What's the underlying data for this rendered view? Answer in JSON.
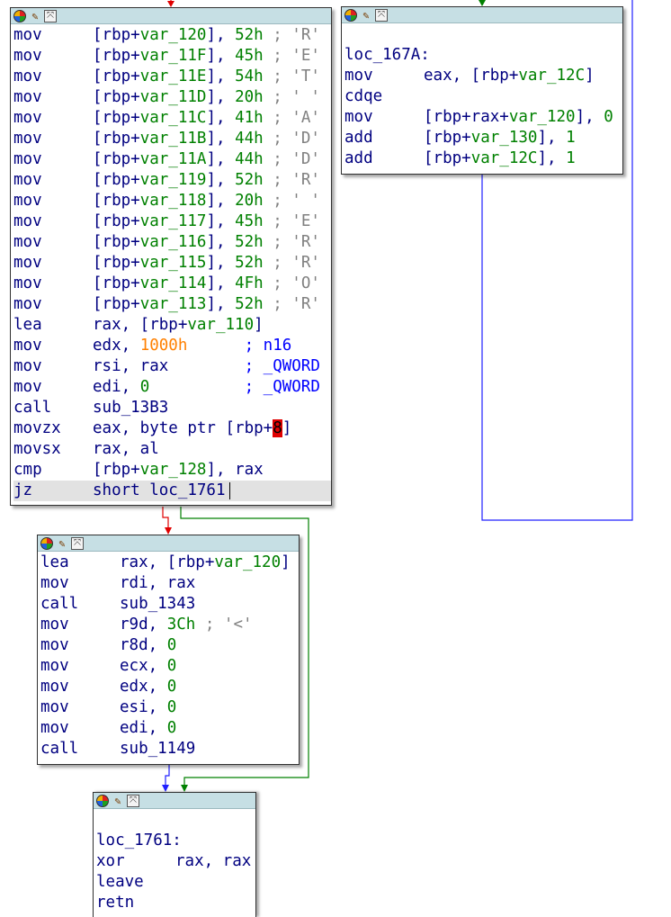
{
  "colors": {
    "edge_false": "#e00000",
    "edge_true": "#008000",
    "edge_uncond": "#2020ff",
    "titlebar": "#c6dfe4",
    "mnemonic": "#000080",
    "variable": "#008000",
    "comment_gray": "#808080",
    "comment_blue": "#0000ff",
    "highlight": "#e00000",
    "number_orange": "#ff8000"
  },
  "icons": [
    "color-palette-icon",
    "edit-pencil-icon",
    "graph-overview-icon"
  ],
  "blocks": {
    "main": {
      "lines": [
        {
          "mn": "mov",
          "a": "[rbp+",
          "v": "var_120",
          "b": "], ",
          "n": "52h",
          "c": " ; 'R'"
        },
        {
          "mn": "mov",
          "a": "[rbp+",
          "v": "var_11F",
          "b": "], ",
          "n": "45h",
          "c": " ; 'E'"
        },
        {
          "mn": "mov",
          "a": "[rbp+",
          "v": "var_11E",
          "b": "], ",
          "n": "54h",
          "c": " ; 'T'"
        },
        {
          "mn": "mov",
          "a": "[rbp+",
          "v": "var_11D",
          "b": "], ",
          "n": "20h",
          "c": " ; ' '"
        },
        {
          "mn": "mov",
          "a": "[rbp+",
          "v": "var_11C",
          "b": "], ",
          "n": "41h",
          "c": " ; 'A'"
        },
        {
          "mn": "mov",
          "a": "[rbp+",
          "v": "var_11B",
          "b": "], ",
          "n": "44h",
          "c": " ; 'D'"
        },
        {
          "mn": "mov",
          "a": "[rbp+",
          "v": "var_11A",
          "b": "], ",
          "n": "44h",
          "c": " ; 'D'"
        },
        {
          "mn": "mov",
          "a": "[rbp+",
          "v": "var_119",
          "b": "], ",
          "n": "52h",
          "c": " ; 'R'"
        },
        {
          "mn": "mov",
          "a": "[rbp+",
          "v": "var_118",
          "b": "], ",
          "n": "20h",
          "c": " ; ' '"
        },
        {
          "mn": "mov",
          "a": "[rbp+",
          "v": "var_117",
          "b": "], ",
          "n": "45h",
          "c": " ; 'E'"
        },
        {
          "mn": "mov",
          "a": "[rbp+",
          "v": "var_116",
          "b": "], ",
          "n": "52h",
          "c": " ; 'R'"
        },
        {
          "mn": "mov",
          "a": "[rbp+",
          "v": "var_115",
          "b": "], ",
          "n": "52h",
          "c": " ; 'R'"
        },
        {
          "mn": "mov",
          "a": "[rbp+",
          "v": "var_114",
          "b": "], ",
          "n": "4Fh",
          "c": " ; 'O'"
        },
        {
          "mn": "mov",
          "a": "[rbp+",
          "v": "var_113",
          "b": "], ",
          "n": "52h",
          "c": " ; 'R'"
        }
      ],
      "lea": {
        "mn": "lea",
        "a": "rax, [rbp+",
        "v": "var_110",
        "b": "]"
      },
      "mov_edx": {
        "mn": "mov",
        "a": "edx, ",
        "n": "1000h",
        "c": "      ; n16"
      },
      "mov_rsi": {
        "mn": "mov",
        "a": "rsi, rax",
        "c": "        ; _QWORD"
      },
      "mov_edi": {
        "mn": "mov",
        "a": "edi, ",
        "n": "0",
        "c": "          ; _QWORD"
      },
      "call": {
        "mn": "call",
        "a": "sub_13B3"
      },
      "movzx": {
        "mn": "movzx",
        "a": "eax, byte ptr [rbp+",
        "h": "8",
        "b": "]"
      },
      "movsx": {
        "mn": "movsx",
        "a": "rax, al"
      },
      "cmp": {
        "mn": "cmp",
        "a": "[rbp+",
        "v": "var_128",
        "b": "], rax"
      },
      "jz": {
        "mn": "jz",
        "a": "short loc_1761"
      }
    },
    "loop": {
      "label": "loc_167A:",
      "l1": {
        "mn": "mov",
        "a": "eax, [rbp+",
        "v": "var_12C",
        "b": "]"
      },
      "l2": {
        "mn": "cdqe"
      },
      "l3": {
        "mn": "mov",
        "a": "[rbp+rax+",
        "v": "var_120",
        "b": "], ",
        "n": "0"
      },
      "l4": {
        "mn": "add",
        "a": "[rbp+",
        "v": "var_130",
        "b": "], ",
        "n": "1"
      },
      "l5": {
        "mn": "add",
        "a": "[rbp+",
        "v": "var_12C",
        "b": "], ",
        "n": "1"
      }
    },
    "mid": {
      "l1": {
        "mn": "lea",
        "a": "rax, [rbp+",
        "v": "var_120",
        "b": "]"
      },
      "l2": {
        "mn": "mov",
        "a": "rdi, rax"
      },
      "l3": {
        "mn": "call",
        "a": "sub_1343"
      },
      "l4": {
        "mn": "mov",
        "a": "r9d, ",
        "n": "3Ch",
        "c": " ; '<'"
      },
      "l5": {
        "mn": "mov",
        "a": "r8d, ",
        "n": "0"
      },
      "l6": {
        "mn": "mov",
        "a": "ecx, ",
        "n": "0"
      },
      "l7": {
        "mn": "mov",
        "a": "edx, ",
        "n": "0"
      },
      "l8": {
        "mn": "mov",
        "a": "esi, ",
        "n": "0"
      },
      "l9": {
        "mn": "mov",
        "a": "edi, ",
        "n": "0"
      },
      "l10": {
        "mn": "call",
        "a": "sub_1149"
      }
    },
    "end": {
      "label": "loc_1761:",
      "l1": {
        "mn": "xor",
        "a": "rax, rax"
      },
      "l2": {
        "mn": "leave"
      },
      "l3": {
        "mn": "retn"
      }
    }
  }
}
